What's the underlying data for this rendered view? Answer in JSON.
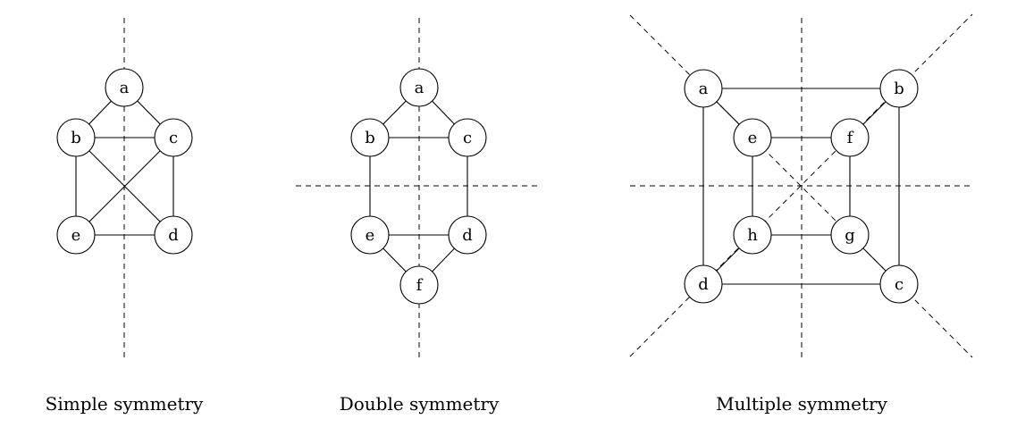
{
  "panels": [
    {
      "id": "simple",
      "caption": "Simple symmetry",
      "nodes": [
        "a",
        "b",
        "c",
        "d",
        "e"
      ],
      "edges": [
        [
          "a",
          "b"
        ],
        [
          "a",
          "c"
        ],
        [
          "b",
          "c"
        ],
        [
          "b",
          "e"
        ],
        [
          "b",
          "d"
        ],
        [
          "c",
          "e"
        ],
        [
          "c",
          "d"
        ],
        [
          "e",
          "d"
        ]
      ],
      "symmetry_axes": [
        "vertical"
      ]
    },
    {
      "id": "double",
      "caption": "Double symmetry",
      "nodes": [
        "a",
        "b",
        "c",
        "d",
        "e",
        "f"
      ],
      "edges": [
        [
          "a",
          "b"
        ],
        [
          "a",
          "c"
        ],
        [
          "b",
          "c"
        ],
        [
          "b",
          "e"
        ],
        [
          "c",
          "d"
        ],
        [
          "e",
          "d"
        ],
        [
          "e",
          "f"
        ],
        [
          "d",
          "f"
        ]
      ],
      "symmetry_axes": [
        "vertical",
        "horizontal"
      ]
    },
    {
      "id": "multiple",
      "caption": "Multiple symmetry",
      "nodes": [
        "a",
        "b",
        "c",
        "d",
        "e",
        "f",
        "g",
        "h"
      ],
      "edges": [
        [
          "a",
          "b"
        ],
        [
          "b",
          "c"
        ],
        [
          "c",
          "d"
        ],
        [
          "d",
          "a"
        ],
        [
          "a",
          "e"
        ],
        [
          "b",
          "f"
        ],
        [
          "c",
          "g"
        ],
        [
          "d",
          "h"
        ],
        [
          "e",
          "f"
        ],
        [
          "f",
          "g"
        ],
        [
          "g",
          "h"
        ],
        [
          "h",
          "e"
        ]
      ],
      "symmetry_axes": [
        "vertical",
        "horizontal",
        "diagonal",
        "anti-diagonal"
      ]
    }
  ]
}
